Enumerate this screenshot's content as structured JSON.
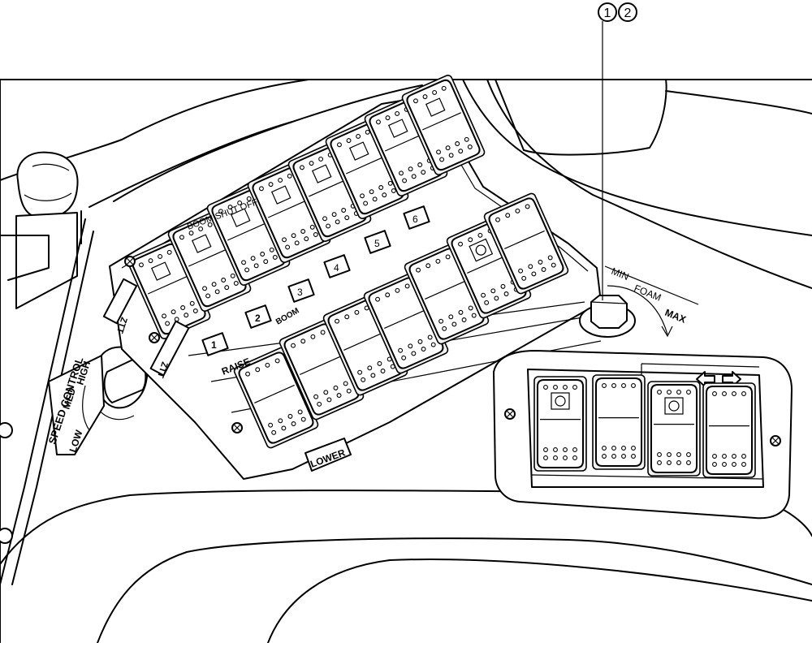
{
  "callouts": [
    "1",
    "2"
  ],
  "panel": {
    "boom_shut_off": "BOOM SHUT OFF",
    "numbers": [
      "1",
      "2",
      "3",
      "4",
      "5",
      "6"
    ],
    "boom": "BOOM",
    "raise": "RAISE",
    "lower": "LOWER"
  },
  "side_labels": [
    "ZTT",
    "ZTT"
  ],
  "speed_control": {
    "title": "SPEED CONTROL",
    "low": "LOW",
    "med": "MED",
    "high": "HIGH"
  },
  "foam": {
    "min": "MIN",
    "label": "FOAM",
    "max": "MAX"
  },
  "colors": {
    "line": "#000000",
    "fill": "#ffffff",
    "shade": "#f2f2f2"
  }
}
